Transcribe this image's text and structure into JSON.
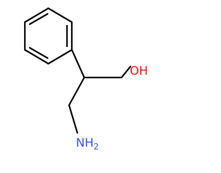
{
  "molecule": {
    "labels": {
      "hydroxyl": "OH",
      "amine_main": "NH",
      "amine_sub": "2"
    },
    "colors": {
      "bond": "#000000",
      "oxygen": "#ff0d0d",
      "nitrogen": "#3050f8",
      "background": "#ffffff"
    }
  }
}
